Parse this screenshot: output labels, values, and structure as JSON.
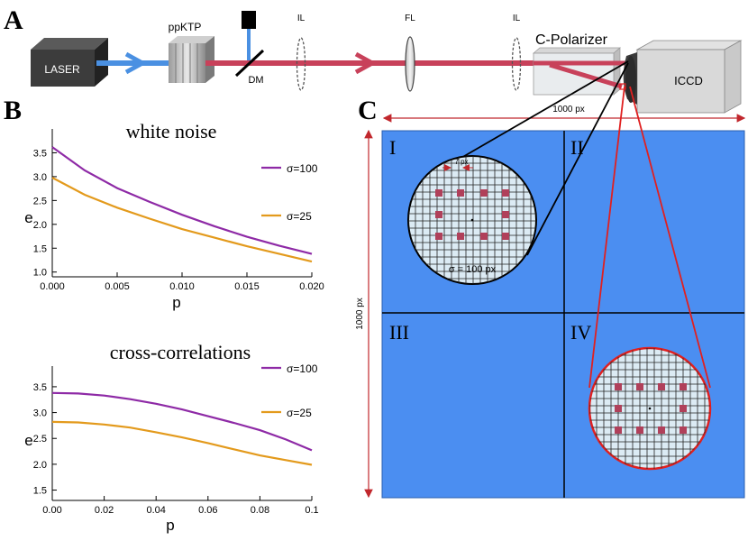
{
  "panel_labels": {
    "a": "A",
    "b": "B",
    "c": "C"
  },
  "setup": {
    "laser": "LASER",
    "crystal": "ppKTP",
    "dichroic": "DM",
    "lens1": "IL",
    "lens2": "FL",
    "lens3": "IL",
    "polarizer": "C-Polarizer",
    "camera": "ICCD"
  },
  "grid": {
    "width_label": "1000 px",
    "height_label": "1000 px",
    "quadrants": [
      "I",
      "II",
      "III",
      "IV"
    ],
    "spacing_label": "7 px",
    "sigma_label": "σ = 100 px"
  },
  "chart_data": [
    {
      "type": "line",
      "title": "white noise",
      "xlabel": "p",
      "ylabel": "e",
      "xlim": [
        0,
        0.02
      ],
      "ylim": [
        0.9,
        4.0
      ],
      "xticks": [
        "0.000",
        "0.005",
        "0.010",
        "0.015",
        "0.020"
      ],
      "xtick_values": [
        0,
        0.005,
        0.01,
        0.015,
        0.02
      ],
      "yticks": [
        "1.0",
        "1.5",
        "2.0",
        "2.5",
        "3.0",
        "3.5"
      ],
      "ytick_values": [
        1.0,
        1.5,
        2.0,
        2.5,
        3.0,
        3.5
      ],
      "series": [
        {
          "name": "σ=100",
          "color": "#8e2aa6",
          "x": [
            0,
            0.0025,
            0.005,
            0.0075,
            0.01,
            0.0125,
            0.015,
            0.0175,
            0.02
          ],
          "y": [
            3.62,
            3.13,
            2.76,
            2.47,
            2.2,
            1.96,
            1.74,
            1.55,
            1.38
          ]
        },
        {
          "name": "σ=25",
          "color": "#e39a1c",
          "x": [
            0,
            0.0025,
            0.005,
            0.0075,
            0.01,
            0.0125,
            0.015,
            0.0175,
            0.02
          ],
          "y": [
            2.98,
            2.62,
            2.35,
            2.12,
            1.9,
            1.72,
            1.54,
            1.38,
            1.22
          ]
        }
      ]
    },
    {
      "type": "line",
      "title": "cross-correlations",
      "xlabel": "p",
      "ylabel": "e",
      "xlim": [
        0,
        0.1
      ],
      "ylim": [
        1.3,
        3.9
      ],
      "xticks": [
        "0.00",
        "0.02",
        "0.04",
        "0.06",
        "0.08",
        "0.1"
      ],
      "xtick_values": [
        0,
        0.02,
        0.04,
        0.06,
        0.08,
        0.1
      ],
      "yticks": [
        "1.5",
        "2.0",
        "2.5",
        "3.0",
        "3.5"
      ],
      "ytick_values": [
        1.5,
        2.0,
        2.5,
        3.0,
        3.5
      ],
      "series": [
        {
          "name": "σ=100",
          "color": "#8e2aa6",
          "x": [
            0,
            0.01,
            0.02,
            0.03,
            0.04,
            0.05,
            0.06,
            0.07,
            0.08,
            0.09,
            0.1
          ],
          "y": [
            3.38,
            3.37,
            3.33,
            3.26,
            3.17,
            3.06,
            2.93,
            2.8,
            2.66,
            2.48,
            2.27
          ]
        },
        {
          "name": "σ=25",
          "color": "#e39a1c",
          "x": [
            0,
            0.01,
            0.02,
            0.03,
            0.04,
            0.05,
            0.06,
            0.07,
            0.08,
            0.09,
            0.1
          ],
          "y": [
            2.82,
            2.81,
            2.77,
            2.71,
            2.62,
            2.52,
            2.41,
            2.29,
            2.17,
            2.08,
            1.99
          ]
        }
      ]
    }
  ]
}
